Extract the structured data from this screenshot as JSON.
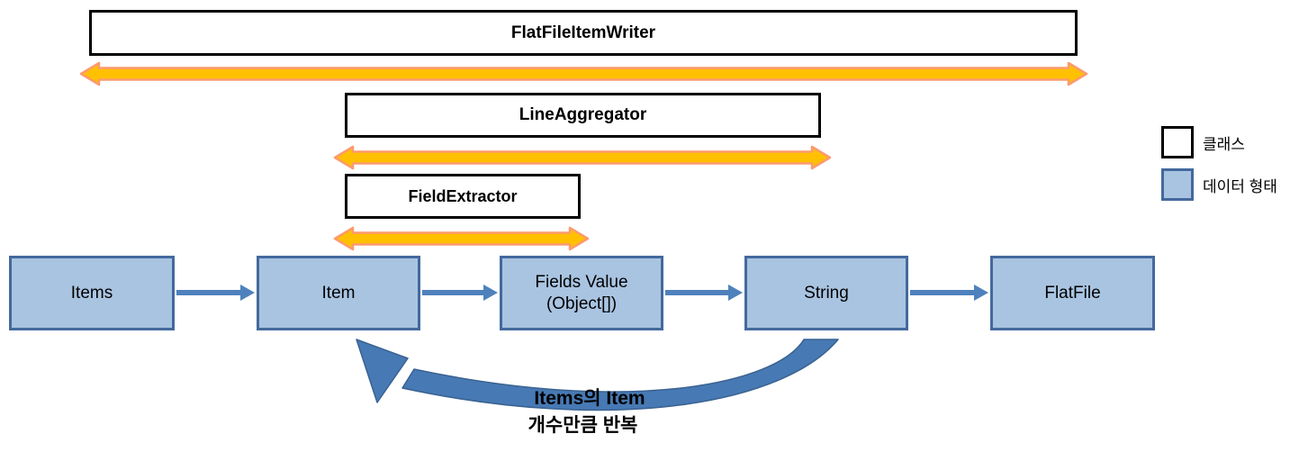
{
  "diagram": {
    "class_boxes": {
      "flat_file_item_writer": "FlatFileItemWriter",
      "line_aggregator": "LineAggregator",
      "field_extractor": "FieldExtractor"
    },
    "data_boxes": {
      "items": "Items",
      "item": "Item",
      "fields_value_line1": "Fields Value",
      "fields_value_line2": "(Object[])",
      "string": "String",
      "flat_file": "FlatFile"
    },
    "loop_label": {
      "line1": "Items의 Item",
      "line2": "개수만큼 반복"
    },
    "legend": {
      "class_label": "클래스",
      "data_label": "데이터 형태"
    },
    "colors": {
      "class_box_border": "#000000",
      "data_box_fill": "#A9C4E1",
      "data_box_border": "#44699D",
      "flow_arrow": "#4F81BD",
      "span_arrow_fill": "#FFC000",
      "span_arrow_outline": "#FC9A6F",
      "loop_arrow_fill": "#4779B4",
      "loop_arrow_outline": "#3A6291"
    }
  }
}
